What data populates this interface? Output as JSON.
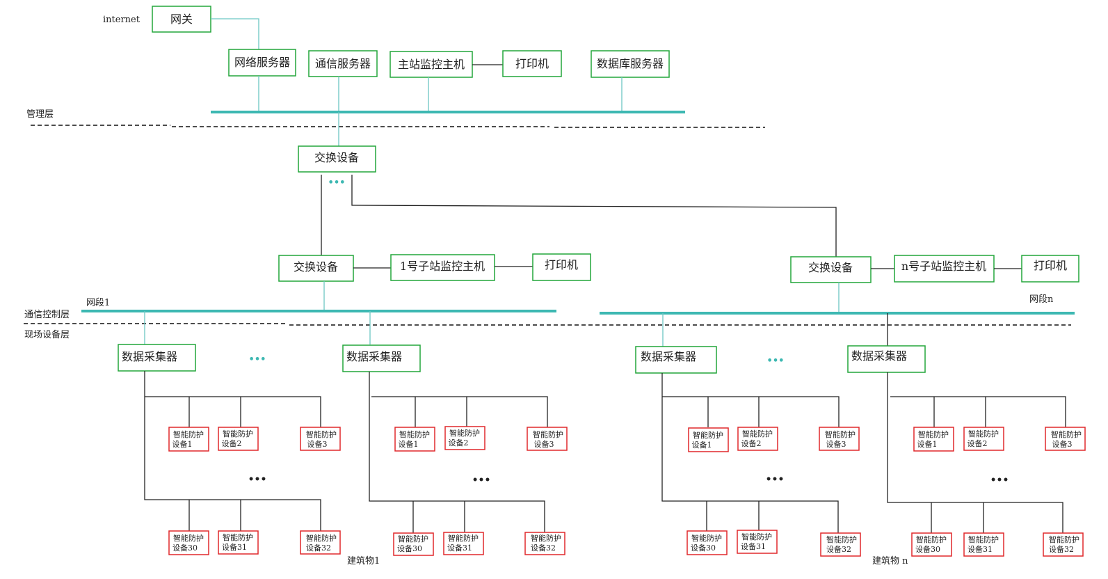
{
  "colors": {
    "node_border": "#22a63a",
    "device_border": "#e0282c",
    "bus": "#3db8b2",
    "link": "#6cc7c4"
  },
  "management": {
    "internet": "internet",
    "gateway": "网关",
    "servers": [
      "网络服务器",
      "通信服务器",
      "主站监控主机",
      "打印机",
      "数据库服务器"
    ],
    "layer_label": "管理层"
  },
  "core_switch": "交换设备",
  "ellipsis": "•••",
  "substations": [
    {
      "switch": "交换设备",
      "host": "1号子站监控主机",
      "printer": "打印机",
      "segment": "网段1"
    },
    {
      "switch": "交换设备",
      "host": "n号子站监控主机",
      "printer": "打印机",
      "segment": "网段n"
    }
  ],
  "layers": {
    "comm": "通信控制层",
    "field": "现场设备层"
  },
  "collector_label": "数据采集器",
  "devices_top": [
    {
      "l1": "智能防护",
      "l2": "设备1"
    },
    {
      "l1": "智能防护",
      "l2": "设备2"
    },
    {
      "l1": "智能防护",
      "l2": "设备3"
    }
  ],
  "devices_bottom": [
    {
      "l1": "智能防护",
      "l2": "设备30"
    },
    {
      "l1": "智能防护",
      "l2": "设备31"
    },
    {
      "l1": "智能防护",
      "l2": "设备32"
    }
  ],
  "buildings": [
    "建筑物1",
    "建筑物 n"
  ]
}
